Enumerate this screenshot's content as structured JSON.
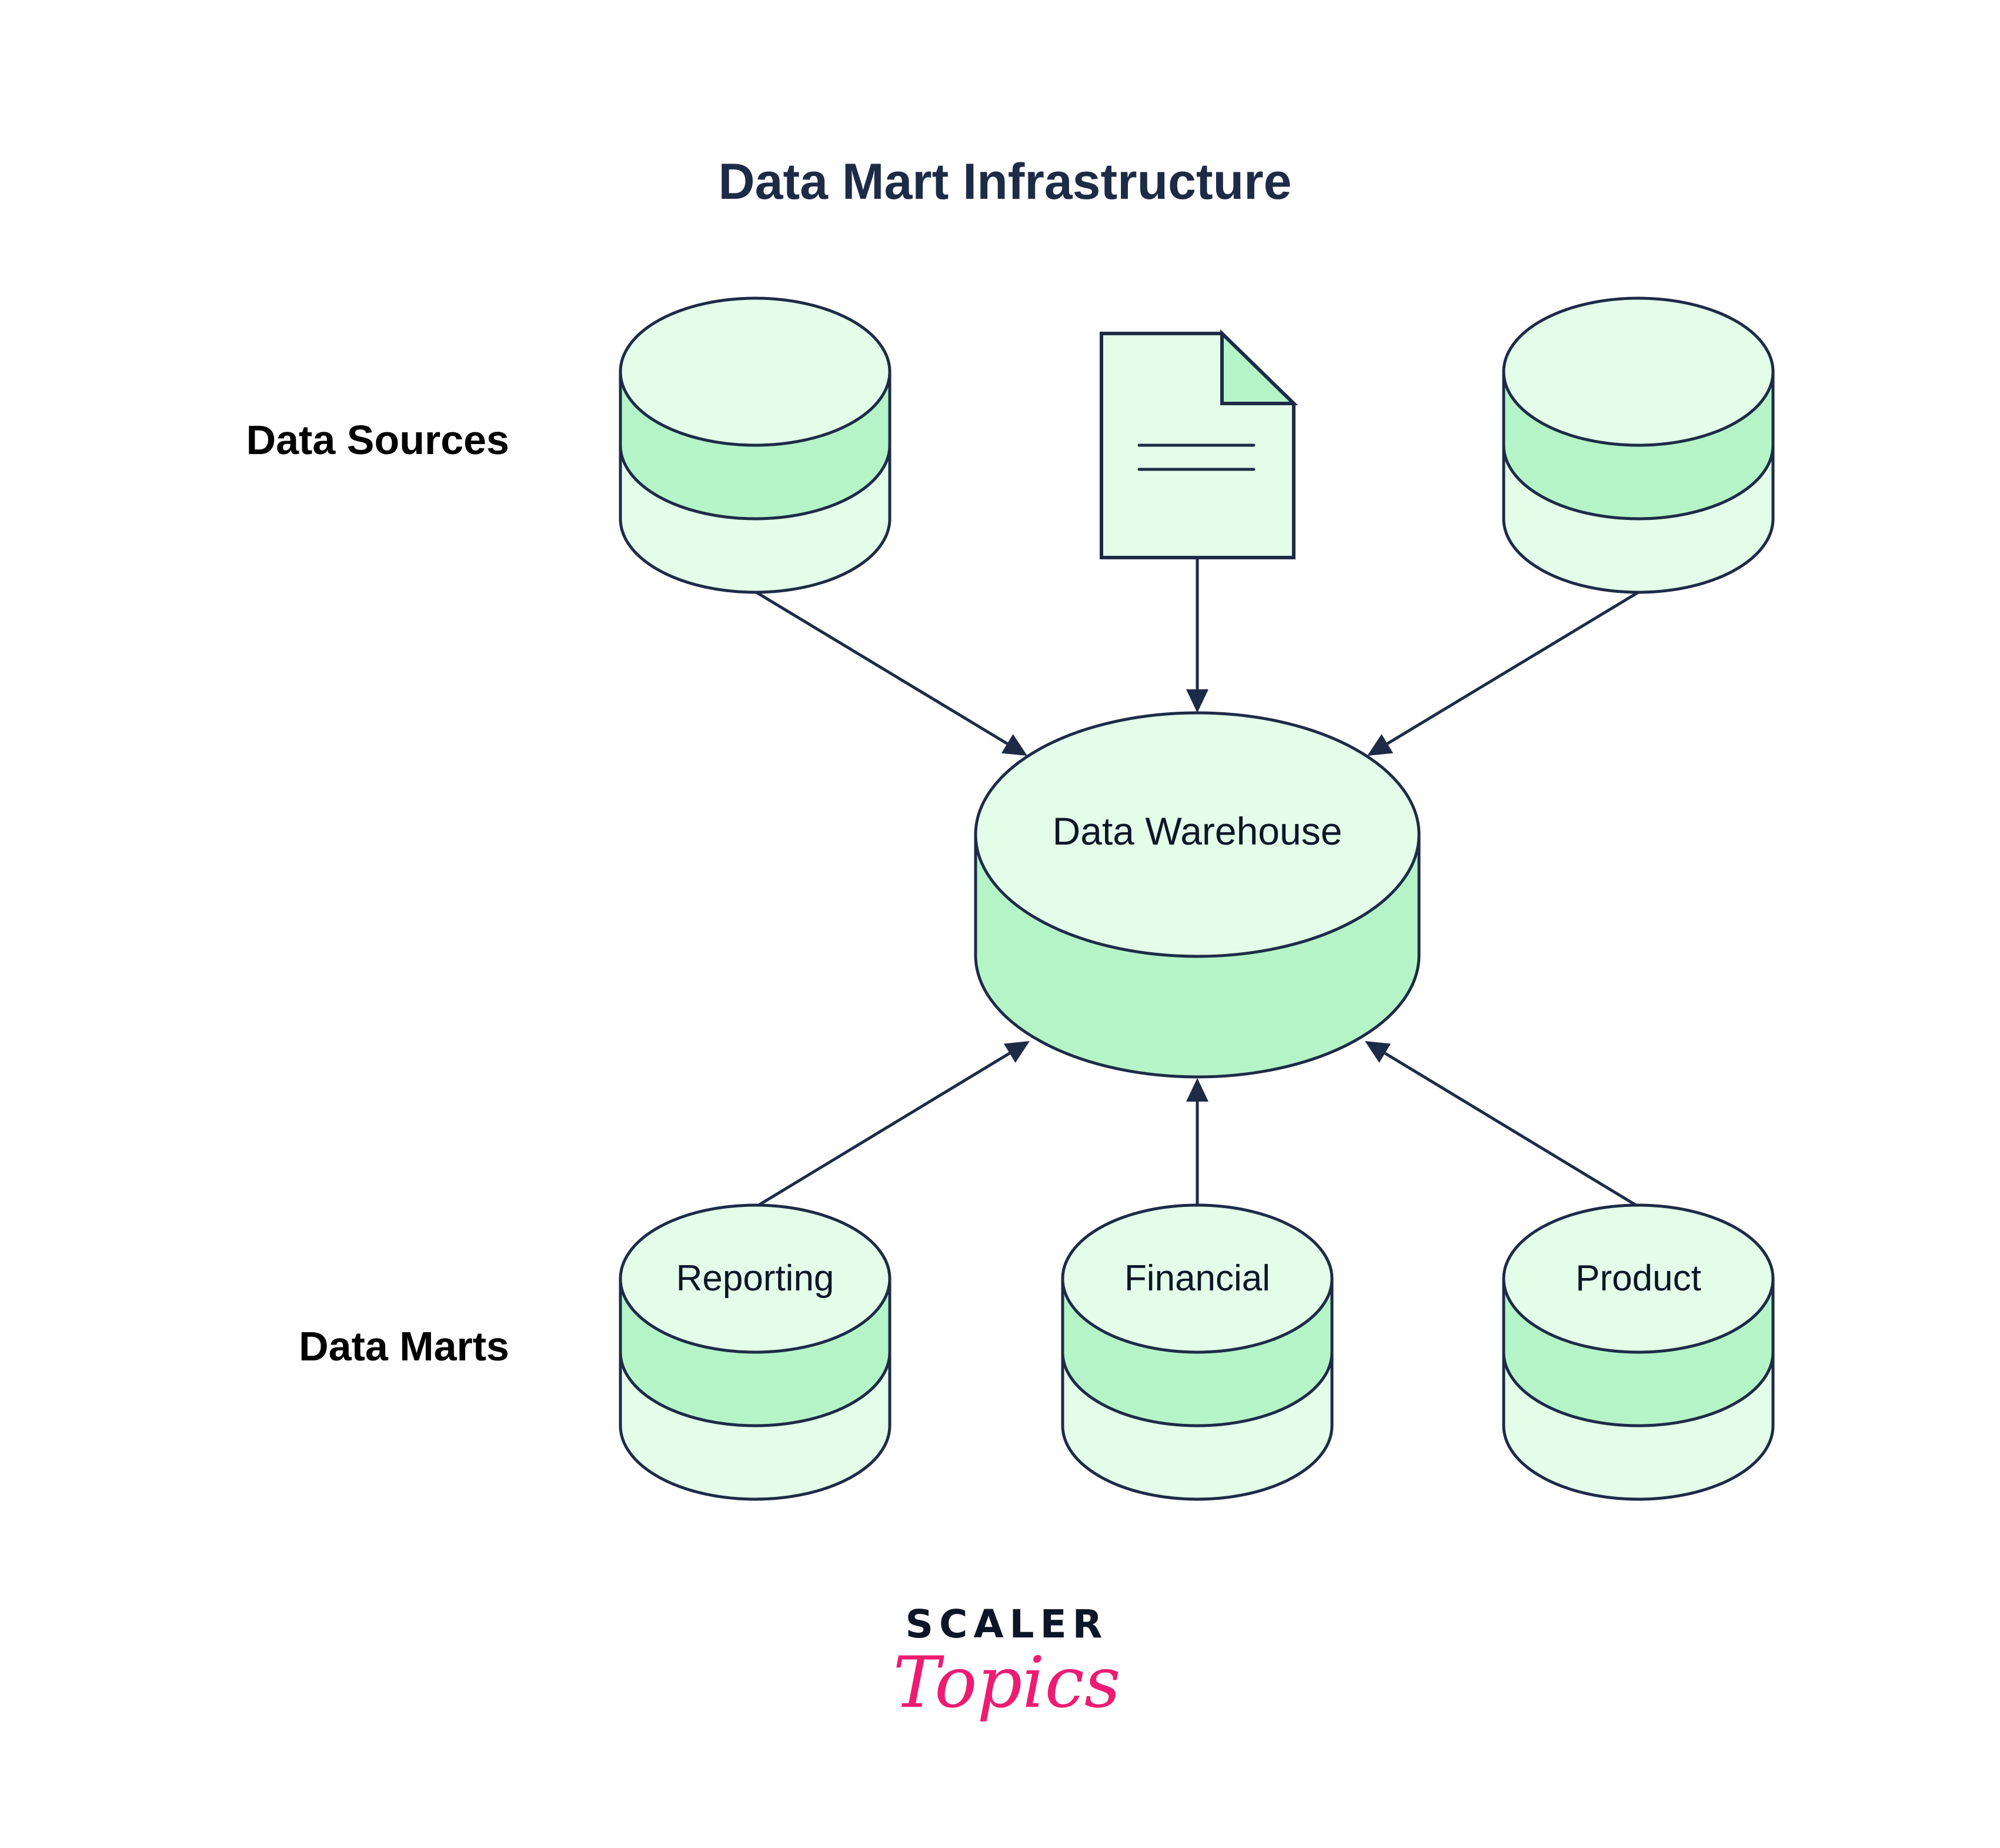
{
  "title": "Data Mart Infrastructure",
  "sections": {
    "sources_label": "Data Sources",
    "marts_label": "Data Marts"
  },
  "colors": {
    "stroke": "#1d2b47",
    "light_fill": "#e3fde8",
    "mid_fill": "#b5f4c7",
    "logo_dark": "#0d1628",
    "logo_pink": "#ee1b72"
  },
  "sources": [
    {
      "type": "database",
      "icon": "database-icon",
      "label": ""
    },
    {
      "type": "document",
      "icon": "document-icon",
      "label": ""
    },
    {
      "type": "database",
      "icon": "database-icon",
      "label": ""
    }
  ],
  "warehouse": {
    "label": "Data Warehouse",
    "icon": "warehouse-cylinder-icon"
  },
  "marts": [
    {
      "label": "Reporting",
      "icon": "database-icon"
    },
    {
      "label": "Financial",
      "icon": "database-icon"
    },
    {
      "label": "Product",
      "icon": "database-icon"
    }
  ],
  "edges": [
    {
      "from": "source-0",
      "to": "warehouse",
      "direction": "into-warehouse"
    },
    {
      "from": "source-1",
      "to": "warehouse",
      "direction": "into-warehouse"
    },
    {
      "from": "source-2",
      "to": "warehouse",
      "direction": "into-warehouse"
    },
    {
      "from": "mart-0",
      "to": "warehouse",
      "direction": "into-warehouse"
    },
    {
      "from": "mart-1",
      "to": "warehouse",
      "direction": "into-warehouse"
    },
    {
      "from": "mart-2",
      "to": "warehouse",
      "direction": "into-warehouse"
    }
  ],
  "logo": {
    "line1": "SCALER",
    "line2": "Topics"
  }
}
